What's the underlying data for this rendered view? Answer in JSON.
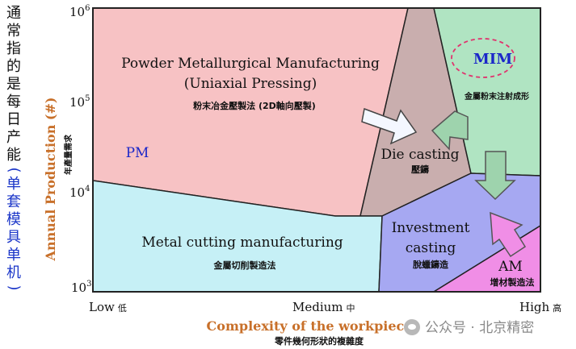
{
  "side_note": {
    "plain": [
      "通",
      "常",
      "指",
      "的",
      "是",
      "每",
      "日",
      "产",
      "能"
    ],
    "highlight": [
      "(",
      "单",
      "套",
      "模",
      "具",
      "单",
      "机",
      ")"
    ]
  },
  "axes": {
    "y_label": "Annual Production (#)",
    "y_sub_label": "年產量需求",
    "y_ticks": [
      {
        "base": "10",
        "exp": "3"
      },
      {
        "base": "10",
        "exp": "4"
      },
      {
        "base": "10",
        "exp": "5"
      },
      {
        "base": "10",
        "exp": "6"
      }
    ],
    "x_label": "Complexity of the workpiece",
    "x_sub_label": "零件幾何形狀的複雜度",
    "x_ticks": [
      {
        "en": "Low",
        "zh": "低"
      },
      {
        "en": "Medium",
        "zh": "中"
      },
      {
        "en": "High",
        "zh": "高"
      }
    ]
  },
  "regions": {
    "powder": {
      "title_1": "Powder Metallurgical Manufacturing",
      "title_2": "(Uniaxial Pressing)",
      "zh": "粉末冶金壓製法 (2D軸向壓製)",
      "abbr": "PM",
      "color": "#f7c2c4"
    },
    "die": {
      "title": "Die casting",
      "zh": "壓鑄",
      "color": "#c9aeae"
    },
    "mim": {
      "abbr": "MIM",
      "zh": "金屬粉末注射成形",
      "color": "#b0e4c2"
    },
    "metal": {
      "title": "Metal cutting manufacturing",
      "zh": "金屬切削製造法",
      "color": "#c6f0f6"
    },
    "investment": {
      "title_1": "Investment",
      "title_2": "casting",
      "zh": "脫蠟鑄造",
      "color": "#a6a8f2"
    },
    "am": {
      "abbr": "AM",
      "zh": "增材製造法",
      "color": "#f08ee6"
    }
  },
  "watermark": "公众号 · 北京精密"
}
